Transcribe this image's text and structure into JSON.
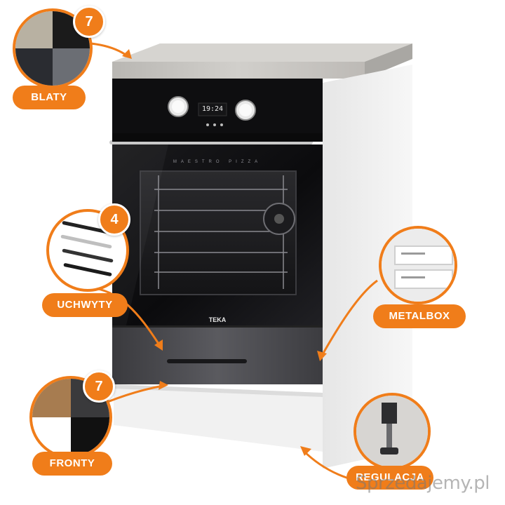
{
  "labels": {
    "blaty": "BLATY",
    "blaty_count": "7",
    "uchwyty": "UCHWYTY",
    "uchwyty_count": "4",
    "metalbox": "METALBOX",
    "fronty": "FRONTY",
    "fronty_count": "7",
    "regulacja": "REGULACJA"
  },
  "oven": {
    "clock": "19:24",
    "series": "MAESTRO PIZZA",
    "brand": "TEKA"
  },
  "watermark": "Sprzedajemy.pl",
  "colors": {
    "accent": "#f07d1a",
    "oven_black": "#0d0d0f",
    "worktop": "#c9c7c3",
    "cabinet": "#f4f4f4"
  }
}
